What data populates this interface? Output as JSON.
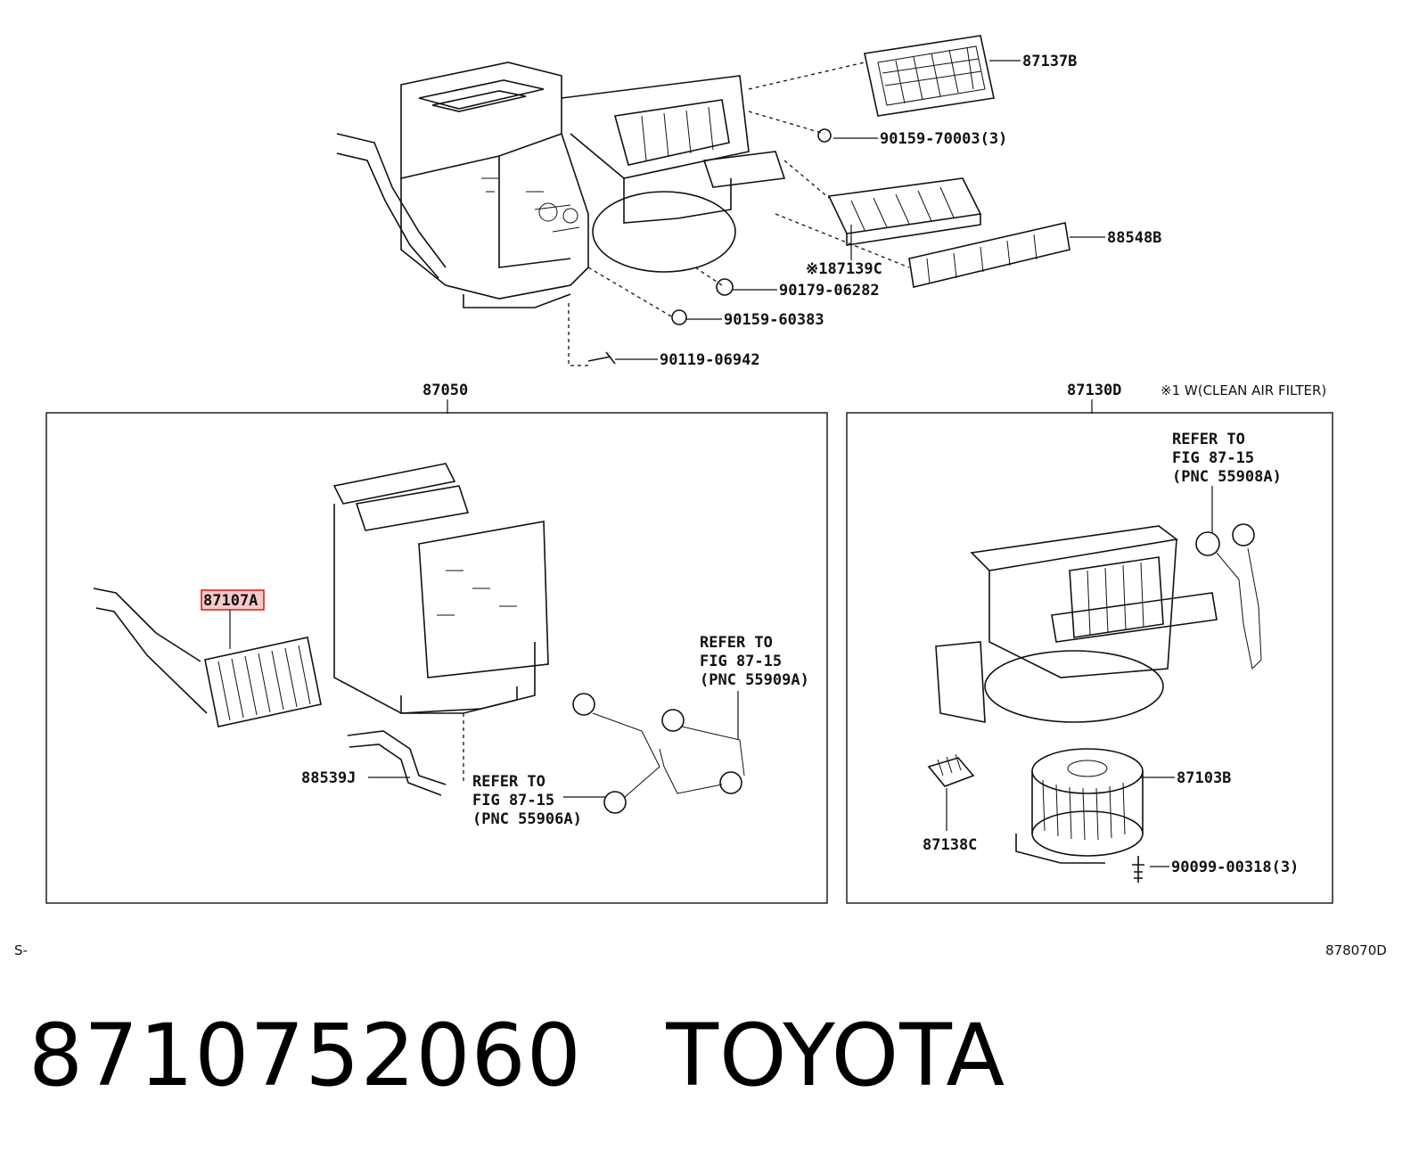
{
  "labels": {
    "p87137B": "87137B",
    "p90159_70003": "90159-70003(3)",
    "p88548B": "88548B",
    "p87139C": "※187139C",
    "p90179_06282": "90179-06282",
    "p90159_60383": "90159-60383",
    "p90119_06942": "90119-06942",
    "p87050": "87050",
    "p87130D": "87130D",
    "note1": "※1 W(CLEAN AIR FILTER)",
    "p87107A": "87107A",
    "p88539J": "88539J",
    "ref1": [
      "REFER TO",
      "FIG 87-15",
      "(PNC 55909A)"
    ],
    "ref2": [
      "REFER TO",
      "FIG 87-15",
      "(PNC 55906A)"
    ],
    "ref3": [
      "REFER TO",
      "FIG 87-15",
      "(PNC 55908A)"
    ],
    "p87103B": "87103B",
    "p87138C": "87138C",
    "p90099_00318": "90099-00318(3)"
  },
  "corner_left": "S-",
  "corner_right": "878070D",
  "caption": {
    "part_number": "8710752060",
    "brand": "TOYOTA"
  },
  "colors": {
    "highlight_fill": "#f6c9c9",
    "highlight_stroke": "#dd2222",
    "ink": "#111111"
  }
}
